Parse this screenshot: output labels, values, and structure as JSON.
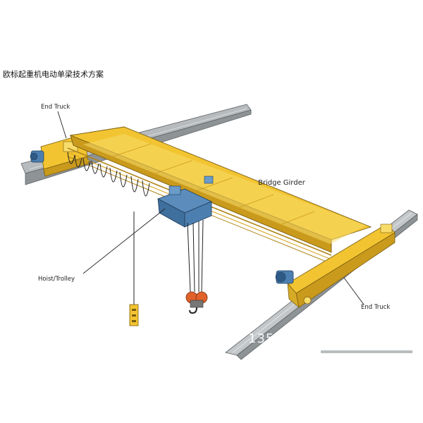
{
  "caption": "欧标起重机电动单梁技术方案",
  "labels": {
    "end_truck_top": "End Truck",
    "bridge_girder": "Bridge Girder",
    "hoist_trolley": "Hoist/Trolley",
    "end_truck_bottom": "End Truck"
  },
  "watermark": "13577",
  "colors": {
    "yellow": "#f2c431",
    "yellow_dark": "#c99a1c",
    "yellow_light": "#f8dc6a",
    "rail_gray": "#9da2a5",
    "rail_dark": "#6f7477",
    "motor_blue": "#4c7fb0",
    "hook_orange": "#e0622a"
  }
}
